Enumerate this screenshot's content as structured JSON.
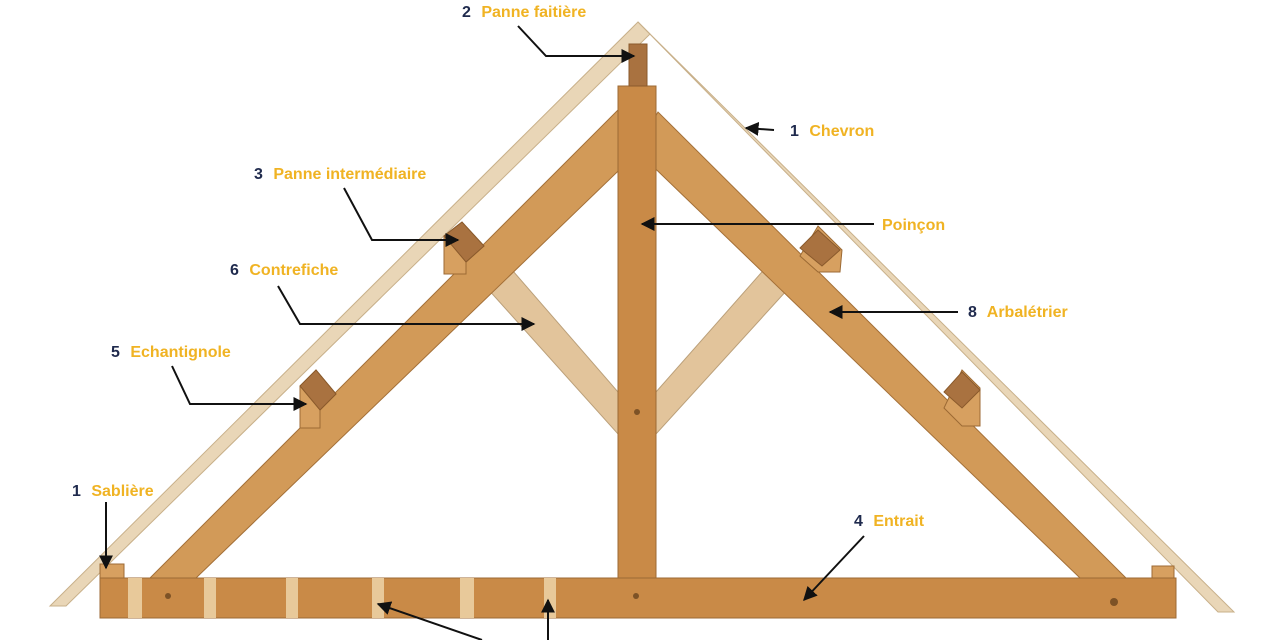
{
  "labels": {
    "panne_faitiere": {
      "num": "2",
      "text": "Panne faitière"
    },
    "chevron": {
      "num": "1",
      "text": "Chevron"
    },
    "panne_intermediaire": {
      "num": "3",
      "text": "Panne intermédiaire"
    },
    "poincon": {
      "num": "",
      "text": "Poinçon"
    },
    "contrefiche": {
      "num": "6",
      "text": "Contrefiche"
    },
    "arbaletrier": {
      "num": "8",
      "text": "Arbalétrier"
    },
    "echantignole": {
      "num": "5",
      "text": "Echantignole"
    },
    "sabliere": {
      "num": "1",
      "text": "Sablière"
    },
    "entrait": {
      "num": "4",
      "text": "Entrait"
    }
  },
  "colors": {
    "label_number": "#1f2a4d",
    "label_text": "#f0b323",
    "wood": "#c98a47",
    "rafter_light": "#e2c49b"
  }
}
